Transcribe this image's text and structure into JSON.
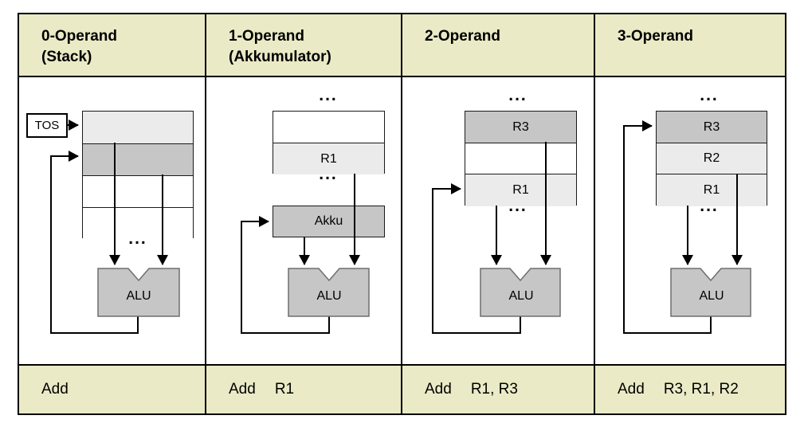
{
  "columns": [
    {
      "header": {
        "line1": "0-Operand",
        "line2": "(Stack)"
      },
      "instruction": {
        "mnemonic": "Add",
        "operands": ""
      },
      "registers": [
        "",
        "",
        "",
        ""
      ]
    },
    {
      "header": {
        "line1": "1-Operand",
        "line2": "(Akkumulator)"
      },
      "instruction": {
        "mnemonic": "Add",
        "operands": "R1"
      },
      "registers": [
        "",
        "R1"
      ],
      "accumulator": "Akku"
    },
    {
      "header": {
        "line1": "2-Operand",
        "line2": ""
      },
      "instruction": {
        "mnemonic": "Add",
        "operands": "R1, R3"
      },
      "registers": [
        "R3",
        "",
        "R1"
      ]
    },
    {
      "header": {
        "line1": "3-Operand",
        "line2": ""
      },
      "instruction": {
        "mnemonic": "Add",
        "operands": "R3, R1, R2"
      },
      "registers": [
        "R3",
        "R2",
        "R1"
      ]
    }
  ],
  "labels": {
    "tos": "TOS",
    "alu": "ALU",
    "dots": "..."
  },
  "colors": {
    "band": "#EAEAC6",
    "register_light": "#EBEBEB",
    "register_mid": "#C6C6C6",
    "alu_fill": "#C6C6C6"
  }
}
